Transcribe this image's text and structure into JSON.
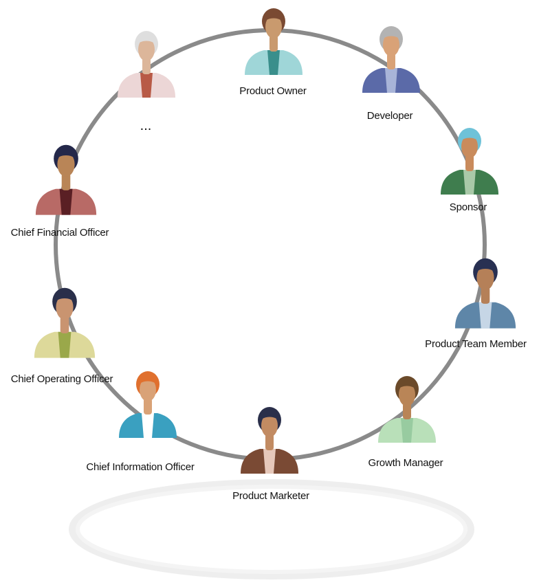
{
  "ring": {
    "color": "#8a8a8a"
  },
  "people": [
    {
      "id": "product-owner",
      "label": "Product Owner",
      "hair": "#7a4a32",
      "skin": "#c99a6e",
      "top": "#9fd6d8",
      "inner": "#3a8f8c"
    },
    {
      "id": "developer",
      "label": "Developer",
      "hair": "#b3b3b3",
      "skin": "#d9a277",
      "top": "#5b6aa8",
      "inner": "#a8b4d8"
    },
    {
      "id": "sponsor",
      "label": "Sponsor",
      "hair": "#6fc2d8",
      "skin": "#c98b5c",
      "top": "#3f7d4e",
      "inner": "#a9c9a8"
    },
    {
      "id": "product-team-member",
      "label": "Product Team Member",
      "hair": "#283052",
      "skin": "#b58058",
      "top": "#5e86a8",
      "inner": "#c6d6e6"
    },
    {
      "id": "growth-manager",
      "label": "Growth Manager",
      "hair": "#6b4a2a",
      "skin": "#b98557",
      "top": "#b9e0b9",
      "inner": "#98cba0"
    },
    {
      "id": "product-marketer",
      "label": "Product Marketer",
      "hair": "#2a2f4a",
      "skin": "#c28b62",
      "top": "#7a4a34",
      "inner": "#e6c8ba"
    },
    {
      "id": "chief-information-officer",
      "label": "Chief Information Officer",
      "hair": "#e0702e",
      "skin": "#d9a277",
      "top": "#3aa0c0",
      "inner": "#ffffff"
    },
    {
      "id": "chief-operating-officer",
      "label": "Chief Operating Officer",
      "hair": "#2a2f4a",
      "skin": "#c99470",
      "top": "#ddd99a",
      "inner": "#9aa84a"
    },
    {
      "id": "chief-financial-officer",
      "label": "Chief Financial Officer",
      "hair": "#24284a",
      "skin": "#b98557",
      "top": "#b86a66",
      "inner": "#5a1f24"
    },
    {
      "id": "more",
      "label": "...",
      "hair": "#dedede",
      "skin": "#dcb69a",
      "top": "#ecd6d6",
      "inner": "#b85a46"
    }
  ]
}
